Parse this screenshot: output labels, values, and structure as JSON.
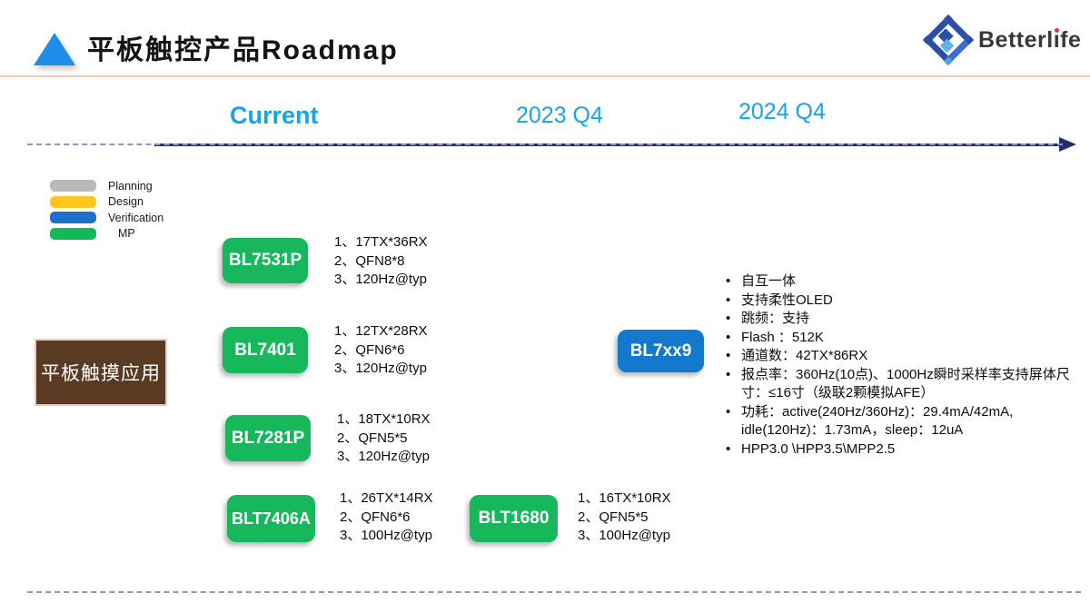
{
  "header": {
    "title": "平板触控产品Roadmap",
    "brand": {
      "full": "Betterlife",
      "part_pre": "Betterl",
      "part_i": "ı",
      "part_post": "fe"
    }
  },
  "timeline": {
    "labels": [
      {
        "text": "Current"
      },
      {
        "text": "2023 Q4"
      },
      {
        "text": "2024 Q4"
      }
    ]
  },
  "legend": {
    "items": [
      {
        "label": "Planning",
        "color": "#b9b9b9"
      },
      {
        "label": "Design",
        "color": "#ffc41d"
      },
      {
        "label": "Verification",
        "color": "#1e71c8"
      },
      {
        "label": "MP",
        "color": "#12b95a"
      }
    ]
  },
  "category": {
    "label": "平板触摸应用"
  },
  "chips": [
    {
      "name": "BL7531P",
      "stage": "MP",
      "specs": [
        "1、17TX*36RX",
        "2、QFN8*8",
        "3、120Hz@typ"
      ]
    },
    {
      "name": "BL7401",
      "stage": "MP",
      "specs": [
        "1、12TX*28RX",
        "2、QFN6*6",
        "3、120Hz@typ"
      ]
    },
    {
      "name": "BL7281P",
      "stage": "MP",
      "specs": [
        "1、18TX*10RX",
        "2、QFN5*5",
        "3、120Hz@typ"
      ]
    },
    {
      "name": "BLT7406A",
      "stage": "MP",
      "specs": [
        "1、26TX*14RX",
        "2、QFN6*6",
        "3、100Hz@typ"
      ]
    },
    {
      "name": "BLT1680",
      "stage": "MP",
      "specs": [
        "1、16TX*10RX",
        "2、QFN5*5",
        "3、100Hz@typ"
      ]
    }
  ],
  "future_chip": {
    "name": "BL7xx9",
    "stage": "Verification",
    "features": [
      "自互一体",
      "支持柔性OLED",
      "跳频：支持",
      "Flash ：512K",
      "通道数：42TX*86RX",
      "报点率：360Hz(10点)、1000Hz瞬时采样率支持屏体尺寸：≤16寸（级联2颗模拟AFE）",
      "功耗：active(240Hz/360Hz)：29.4mA/42mA, idle(120Hz)：1.73mA，sleep：12uA",
      "HPP3.0 \\HPP3.5\\MPP2.5"
    ]
  },
  "colors": {
    "chip_green": "#17b85c",
    "chip_blue": "#1479cc",
    "timeline_navy": "#20306e",
    "timeline_dash": "#9c8dc4",
    "timeline_label_blue": "#18a3e8",
    "category_brown": "#5b3a23",
    "category_border": "#eac9bf",
    "header_rule": "#ecd2b4",
    "triangle_blue": "#1e8fe8",
    "brand_dot_red": "#e6332a"
  }
}
